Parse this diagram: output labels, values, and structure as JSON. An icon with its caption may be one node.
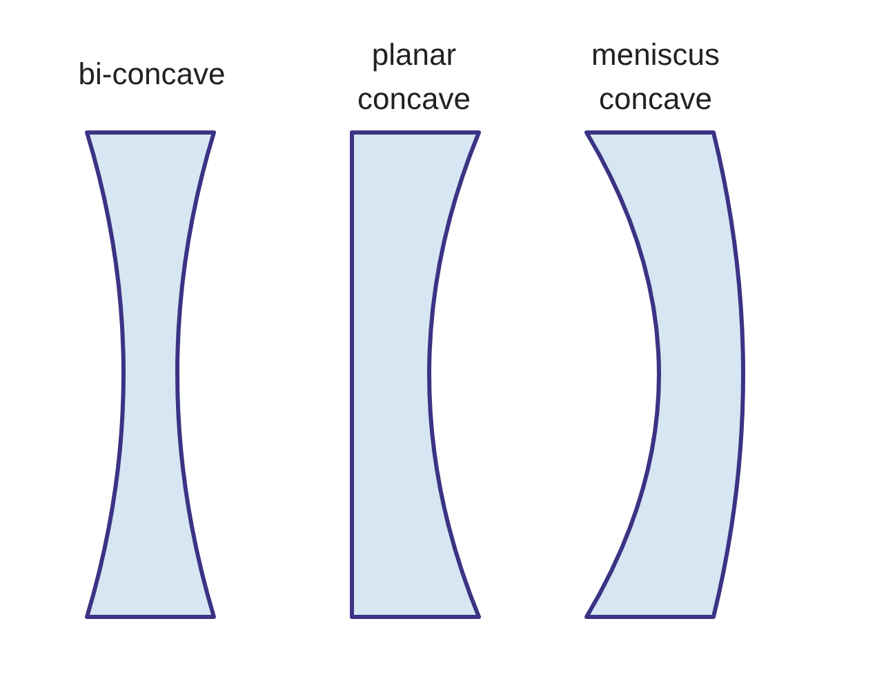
{
  "diagram": {
    "nodes": [
      {
        "text": [
          "bi-concave"
        ]
      },
      {
        "text": [
          "planar concave"
        ]
      },
      {
        "text": [
          "meniscus concave"
        ]
      }
    ]
  }
}
